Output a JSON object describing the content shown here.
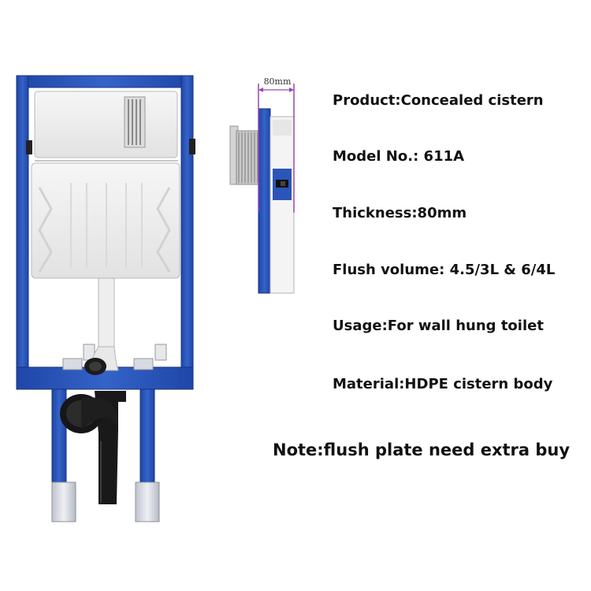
{
  "specs": {
    "product": "Product:Concealed cistern",
    "model": "Model No.: 611A",
    "thickness": "Thickness:80mm",
    "flush_volume": "Flush volume: 4.5/3L & 6/4L",
    "usage": "Usage:For wall hung toilet",
    "material": "Material:HDPE cistern body"
  },
  "note": "Note:flush plate need extra buy",
  "dimension_label": "80mm",
  "colors": {
    "frame_blue": "#2b56b8",
    "dimension_purple": "#9b47b0",
    "text": "#111111"
  }
}
